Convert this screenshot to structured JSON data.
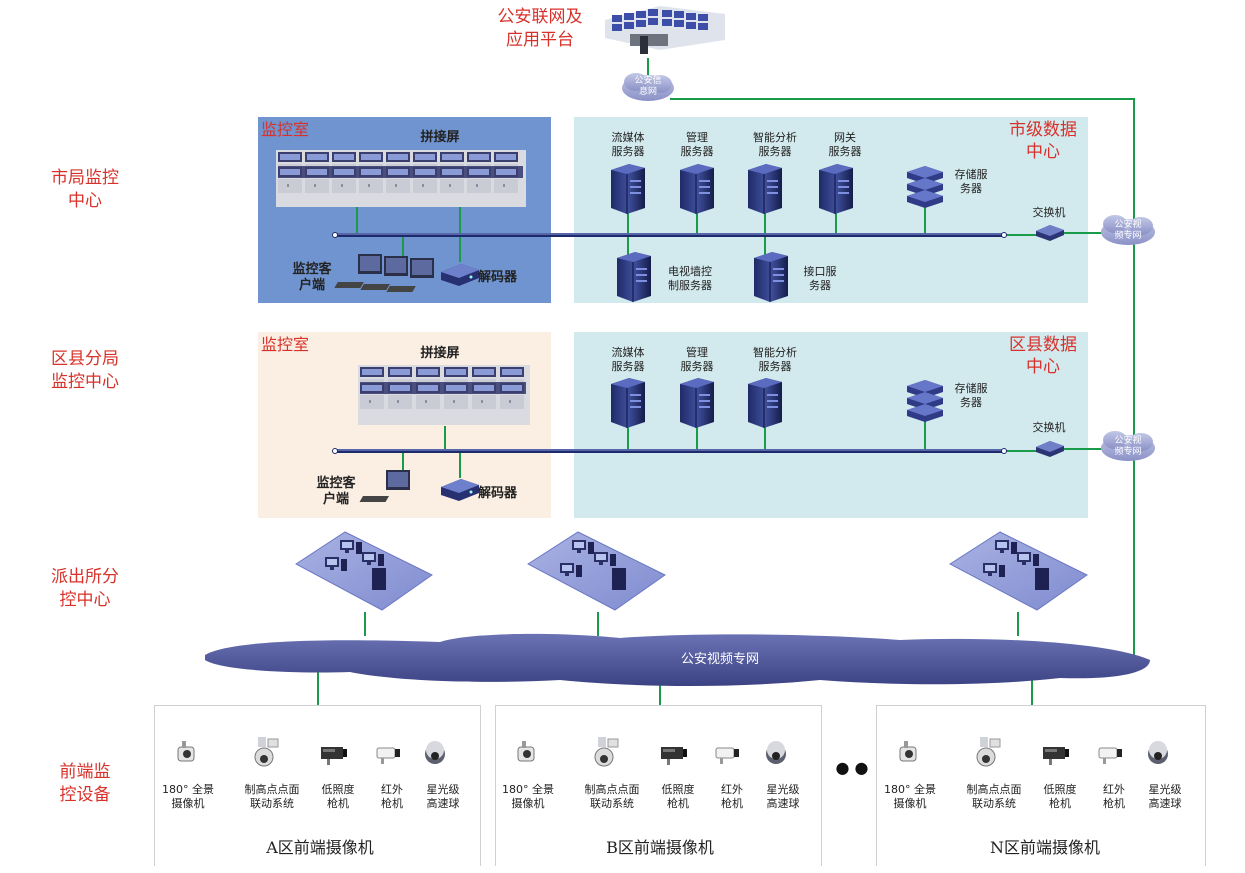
{
  "platform": {
    "line1": "公安联网及",
    "line2": "应用平台",
    "net_line1": "公安信",
    "net_line2": "息网"
  },
  "levels": {
    "city": {
      "line1": "市局监控",
      "line2": "中心"
    },
    "district": {
      "line1": "区县分局",
      "line2": "监控中心"
    },
    "station": {
      "line1": "派出所分",
      "line2": "控中心"
    },
    "frontend": {
      "line1": "前端监",
      "line2": "控设备"
    }
  },
  "city": {
    "room_title": "监控室",
    "screen_label": "拼接屏",
    "client_line1": "监控客",
    "client_line2": "户端",
    "decoder_label": "解码器",
    "dc_line1": "市级数据",
    "dc_line2": "中心",
    "servers": [
      {
        "line1": "流媒体",
        "line2": "服务器"
      },
      {
        "line1": "管理",
        "line2": "服务器"
      },
      {
        "line1": "智能分析",
        "line2": "服务器"
      },
      {
        "line1": "网关",
        "line2": "服务器"
      }
    ],
    "storage_line1": "存储服",
    "storage_line2": "务器",
    "switch_label": "交换机",
    "tvwall_line1": "电视墙控",
    "tvwall_line2": "制服务器",
    "iface_line1": "接口服",
    "iface_line2": "务器",
    "net_line1": "公安视",
    "net_line2": "频专网"
  },
  "district": {
    "room_title": "监控室",
    "screen_label": "拼接屏",
    "client_line1": "监控客",
    "client_line2": "户端",
    "decoder_label": "解码器",
    "dc_line1": "区县数据",
    "dc_line2": "中心",
    "servers": [
      {
        "line1": "流媒体",
        "line2": "服务器"
      },
      {
        "line1": "管理",
        "line2": "服务器"
      },
      {
        "line1": "智能分析",
        "line2": "服务器"
      }
    ],
    "storage_line1": "存储服",
    "storage_line2": "务器",
    "switch_label": "交换机",
    "net_line1": "公安视",
    "net_line2": "频专网"
  },
  "main_network": "公安视频专网",
  "ellipsis": "● ●",
  "camera_groups": [
    {
      "title": "A区前端摄像机"
    },
    {
      "title": "B区前端摄像机"
    },
    {
      "title": "N区前端摄像机"
    }
  ],
  "camera_types": [
    {
      "line1": "180° 全景",
      "line2": "摄像机"
    },
    {
      "line1": "制高点点面",
      "line2": "联动系统"
    },
    {
      "line1": "低照度",
      "line2": "枪机"
    },
    {
      "line1": "红外",
      "line2": "枪机"
    },
    {
      "line1": "星光级",
      "line2": "高速球"
    }
  ],
  "colors": {
    "link": "#1a9b4a",
    "accent_red": "#d8312a",
    "bus": "#1d2a6b"
  }
}
